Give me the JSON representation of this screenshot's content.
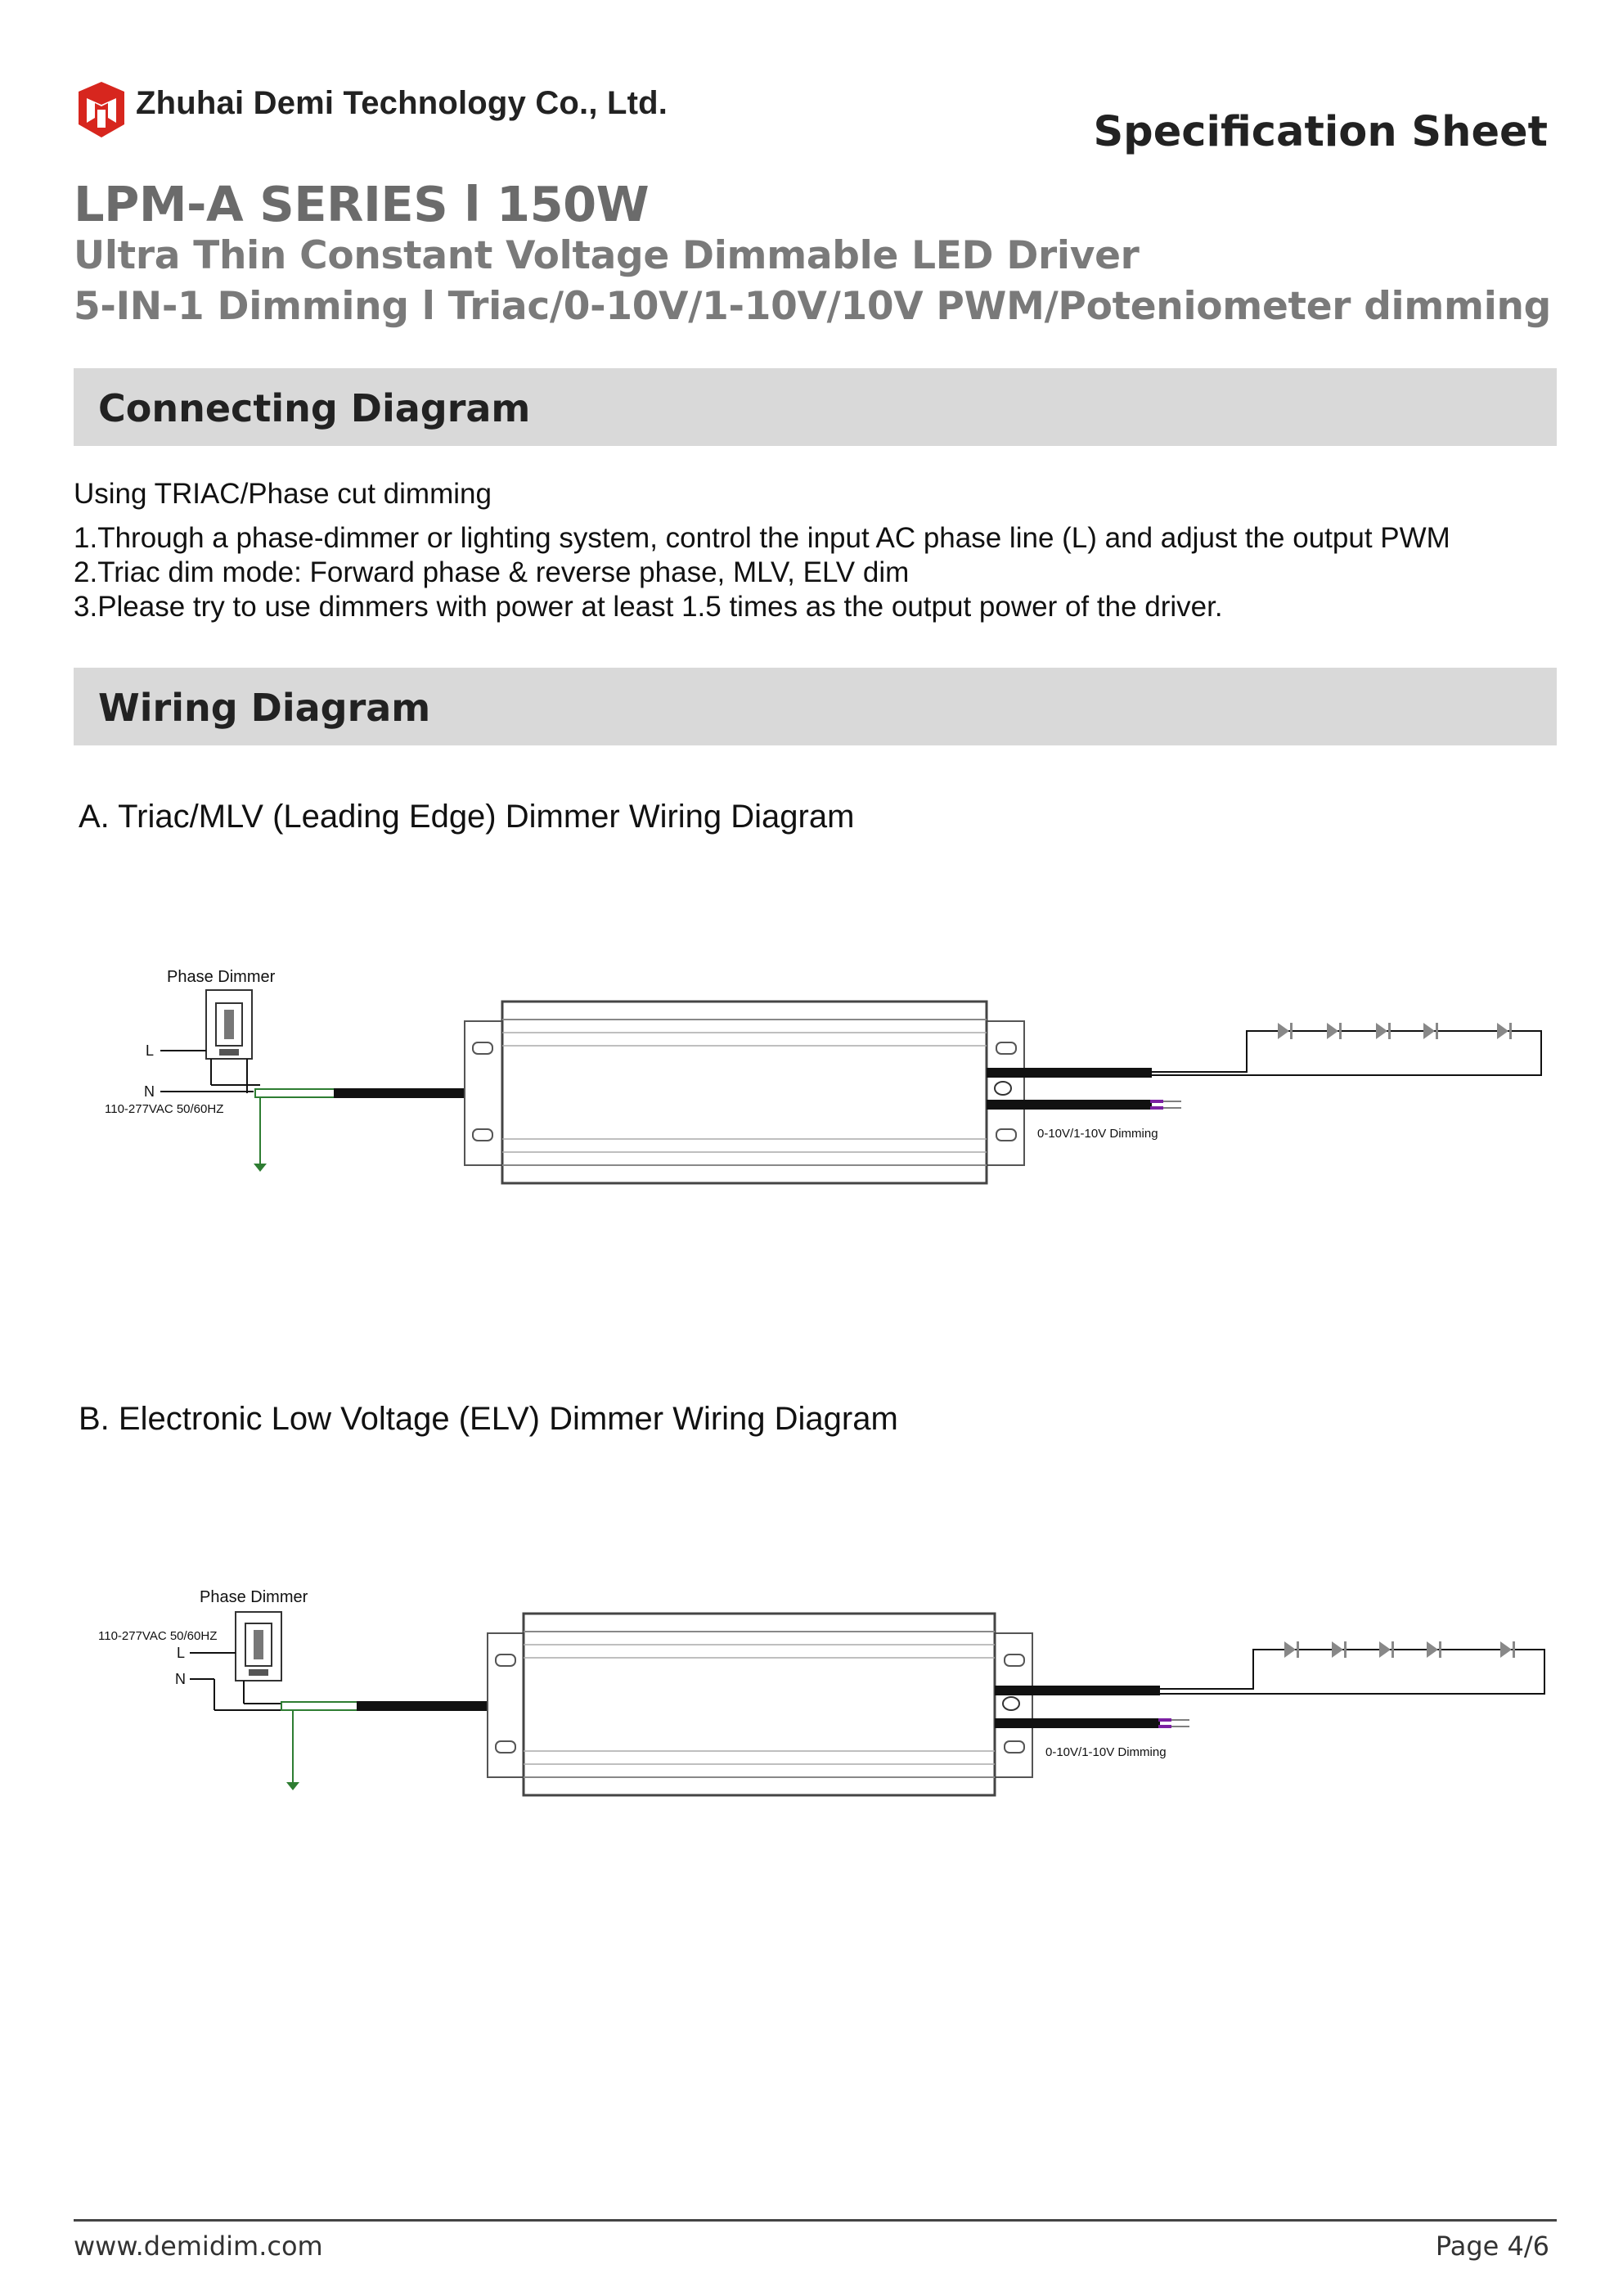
{
  "header": {
    "company": "Zhuhai Demi Technology Co., Ltd.",
    "doc_type": "Specification Sheet",
    "logo": "demi-logo-icon",
    "brand_color": "#d7261e"
  },
  "product": {
    "title": "LPM-A SERIES l 150W",
    "subtitle": "Ultra Thin Constant Voltage Dimmable LED Driver",
    "dimming": "5-IN-1 Dimming l  Triac/0-10V/1-10V/10V PWM/Poteniometer dimming"
  },
  "connecting": {
    "heading": "Connecting Diagram",
    "intro": "Using TRIAC/Phase cut dimming",
    "items": [
      "1.Through a phase-dimmer or lighting system, control the input AC phase line (L) and adjust the output PWM",
      "2.Triac dim mode: Forward phase & reverse phase, MLV, ELV dim",
      "3.Please try to use dimmers with power at least 1.5 times as the output power of the driver."
    ]
  },
  "wiring": {
    "heading": "Wiring Diagram",
    "diagrams": [
      {
        "title": "A. Triac/MLV (Leading Edge) Dimmer Wiring Diagram",
        "dimmer_label": "Phase Dimmer",
        "line_label": "L",
        "neutral_label": "N",
        "input_label": "110-277VAC 50/60HZ",
        "dim_label": "0-10V/1-10V Dimming"
      },
      {
        "title": "B. Electronic Low Voltage (ELV) Dimmer Wiring Diagram",
        "dimmer_label": "Phase Dimmer",
        "line_label": "L",
        "neutral_label": "N",
        "input_label": "110-277VAC 50/60HZ",
        "dim_label": "0-10V/1-10V Dimming"
      }
    ]
  },
  "footer": {
    "website": "www.demidim.com",
    "page": "Page 4/6"
  }
}
